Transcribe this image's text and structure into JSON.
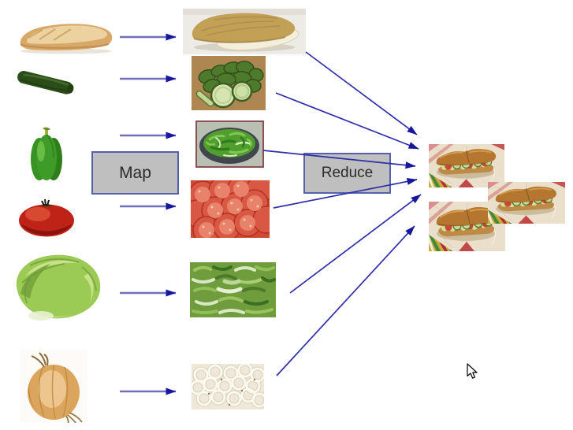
{
  "diagram": {
    "map_label": "Map",
    "reduce_label": "Reduce",
    "inputs": [
      {
        "name": "bread-loaf"
      },
      {
        "name": "cucumber"
      },
      {
        "name": "green-bell-pepper"
      },
      {
        "name": "tomato"
      },
      {
        "name": "iceberg-lettuce"
      },
      {
        "name": "onion"
      }
    ],
    "mapped_outputs": [
      {
        "name": "sliced-bread-roll"
      },
      {
        "name": "cucumber-slices"
      },
      {
        "name": "chopped-green-pepper"
      },
      {
        "name": "tomato-slices"
      },
      {
        "name": "shredded-lettuce"
      },
      {
        "name": "sliced-onions"
      }
    ],
    "reduced_outputs": [
      {
        "name": "sub-sandwich-1"
      },
      {
        "name": "sub-sandwich-2"
      },
      {
        "name": "sub-sandwich-3"
      }
    ],
    "colors": {
      "background": "#ffffff",
      "arrow_shaft": "#7070bd",
      "arrow_line": "#2e2eab",
      "arrow_head": "#17179b",
      "box_fill": "#bfbfbf",
      "box_border": "#5661ad",
      "box_text": "#2b2b2b"
    }
  },
  "cursor": {
    "shape": "arrow-pointer"
  }
}
